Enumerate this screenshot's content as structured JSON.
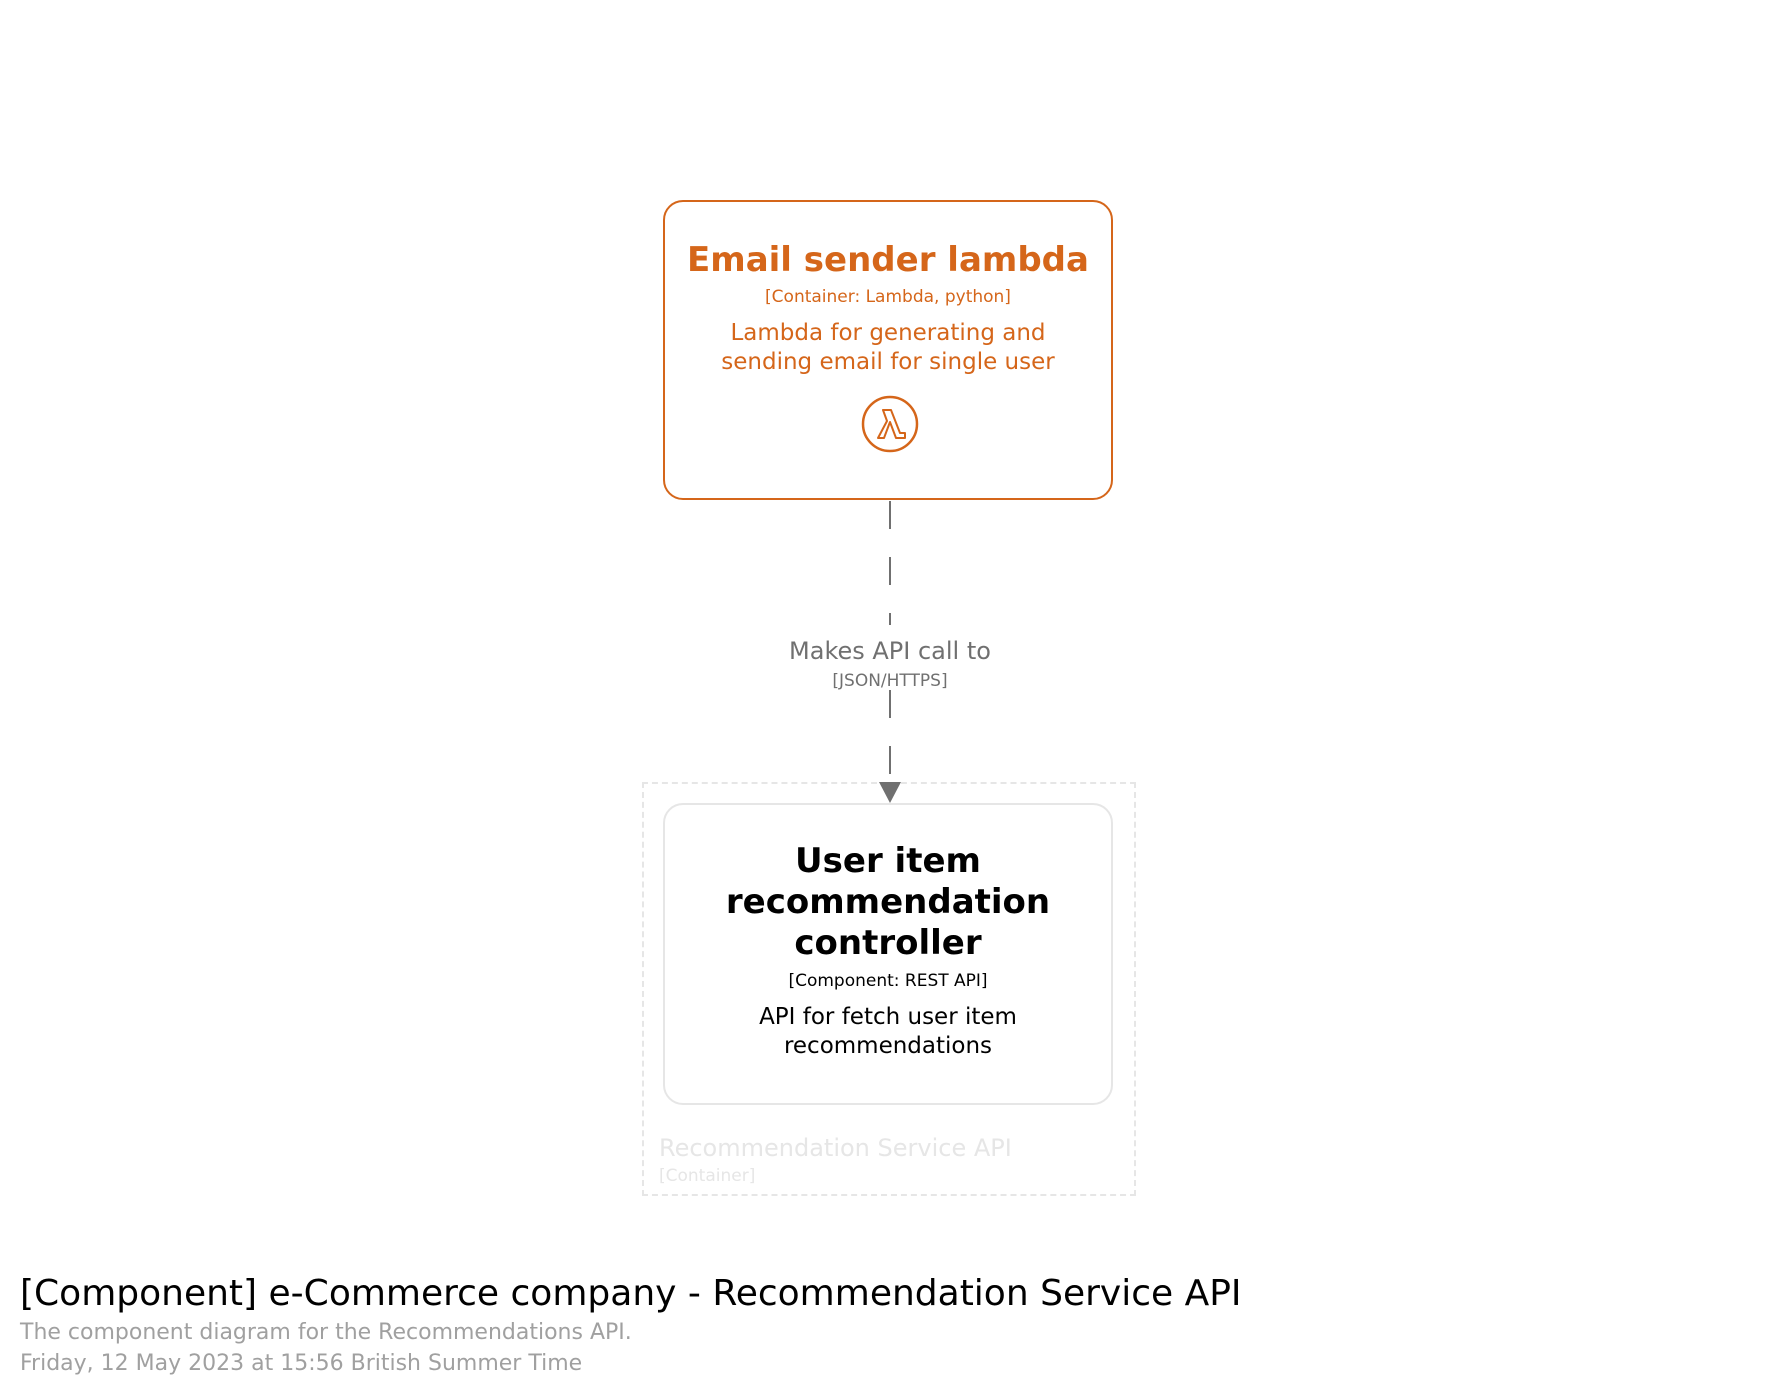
{
  "colors": {
    "container_accent": "#d5661a",
    "component_text": "#000000",
    "relationship": "#707070",
    "boundary": "#e6e6e6",
    "meta_text": "#a0a0a0"
  },
  "lambda": {
    "name": "Email sender lambda",
    "technology": "[Container: Lambda, python]",
    "description": "Lambda for generating and sending email for single user",
    "icon": "aws-lambda-icon"
  },
  "controller": {
    "name": "User item recommendation controller",
    "technology": "[Component: REST API]",
    "description": "API for fetch user item recommendations"
  },
  "relationship": {
    "label": "Makes API call to",
    "technology": "[JSON/HTTPS]"
  },
  "boundary": {
    "name": "Recommendation Service API",
    "type": "[Container]"
  },
  "diagram": {
    "title": "[Component] e-Commerce company - Recommendation Service API",
    "description": "The component diagram for the Recommendations API.",
    "date": "Friday, 12 May 2023 at 15:56 British Summer Time"
  }
}
